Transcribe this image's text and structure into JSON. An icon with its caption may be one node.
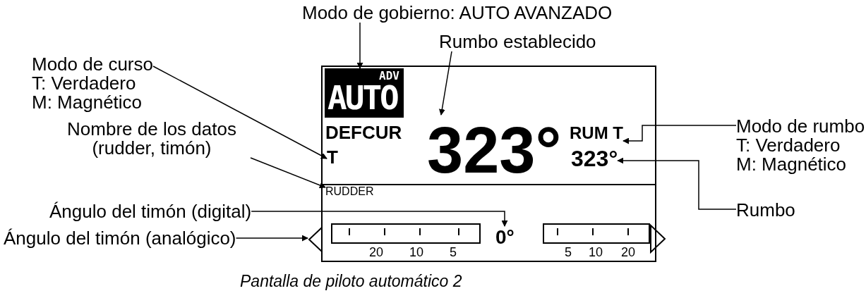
{
  "diagram": {
    "caption": "Pantalla de piloto automático 2",
    "nodes": [
      {
        "text": [
          "Modo de gobierno: AUTO AVANZADO"
        ]
      },
      {
        "text": [
          "Rumbo establecido"
        ]
      },
      {
        "text": [
          "Modo de curso",
          "T: Verdadero",
          "M: Magnético"
        ]
      },
      {
        "text": [
          "Nombre de los datos (rudder, timón)"
        ]
      },
      {
        "text": [
          "Ángulo del timón (digital)"
        ]
      },
      {
        "text": [
          "Ángulo del timón (analógico)"
        ]
      },
      {
        "text": [
          "Modo de rumbo",
          "T: Verdadero",
          "M: Magnético"
        ]
      },
      {
        "text": [
          "Rumbo"
        ]
      },
      {
        "text": [],
        "shape": "box"
      },
      {
        "text": [
          "ADV",
          "AUTO"
        ],
        "in": 8
      },
      {
        "text": [
          "T"
        ],
        "in": 8
      },
      {
        "text": [
          "323°"
        ],
        "in": 8
      },
      {
        "text": [
          "RUM T"
        ],
        "in": 8
      },
      {
        "text": [
          "323°"
        ],
        "in": 8
      },
      {
        "text": [
          "RUDDER"
        ],
        "in": 8
      },
      {
        "text": [
          "0°"
        ],
        "in": 8
      },
      {
        "text": [],
        "shape": "triangle"
      }
    ],
    "edges": [
      {
        "from": 0,
        "to": 9,
        "arrow": "to"
      },
      {
        "from": 1,
        "to": 11,
        "arrow": "to"
      },
      {
        "from": 2,
        "to": 10,
        "arrow": "to"
      },
      {
        "from": 3,
        "to": 14,
        "arrow": "to"
      },
      {
        "from": 4,
        "to": 15,
        "arrow": "to"
      },
      {
        "from": 5,
        "to": 16,
        "arrow": "to"
      },
      {
        "from": 6,
        "to": 12,
        "arrow": "to"
      },
      {
        "from": 7,
        "to": 13,
        "arrow": "to"
      }
    ],
    "labels": [
      "DEFCUR",
      "20",
      "10",
      "5",
      "5",
      "10",
      "20"
    ]
  }
}
